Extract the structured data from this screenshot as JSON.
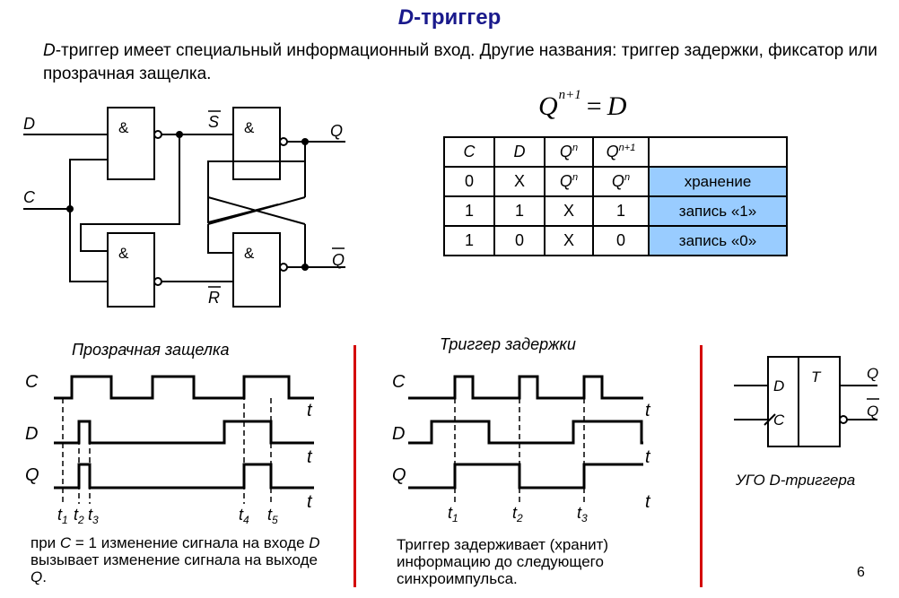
{
  "slide": {
    "title_italic": "D",
    "title_rest": "-триггер",
    "intro_italic": "D",
    "intro_text": "-триггер имеет специальный информационный вход. Другие названия: триггер задержки, фиксатор или прозрачная защелка.",
    "page_number": "6"
  },
  "formula": {
    "q": "Q",
    "sup": "n+1",
    "eq": "=",
    "d": "D"
  },
  "truth_table": {
    "headers": [
      "C",
      "D",
      "Q",
      "Q",
      ""
    ],
    "header_sups": [
      "",
      "",
      "n",
      "n+1",
      ""
    ],
    "rows": [
      {
        "c": "0",
        "d": "X",
        "q": "Q",
        "q_sup": "n",
        "qn1": "Q",
        "qn1_sup": "n",
        "op": "хранение"
      },
      {
        "c": "1",
        "d": "1",
        "q": "X",
        "q_sup": "",
        "qn1": "1",
        "qn1_sup": "",
        "op": "запись «1»"
      },
      {
        "c": "1",
        "d": "0",
        "q": "X",
        "q_sup": "",
        "qn1": "0",
        "qn1_sup": "",
        "op": "запись «0»"
      }
    ],
    "op_color": "#99ccff"
  },
  "circuit": {
    "input_d": "D",
    "input_c": "C",
    "output_q": "Q",
    "output_qbar": "Q",
    "label_s": "S",
    "label_r": "R",
    "gate_label": "&"
  },
  "latch_timing": {
    "caption": "Прозрачная защелка",
    "signals": [
      "C",
      "D",
      "Q"
    ],
    "axis": "t",
    "ticks": [
      {
        "t": "t",
        "n": "1"
      },
      {
        "t": "t",
        "n": "2"
      },
      {
        "t": "t",
        "n": "3"
      },
      {
        "t": "t",
        "n": "4"
      },
      {
        "t": "t",
        "n": "5"
      }
    ],
    "note_parts": [
      "при ",
      "C",
      " = 1 изменение сигнала на входе ",
      "D",
      "  вызывает изменение сигнала на выходе ",
      "Q",
      "."
    ]
  },
  "delay_timing": {
    "caption": "Триггер задержки",
    "signals": [
      "C",
      "D",
      "Q"
    ],
    "axis": "t",
    "ticks": [
      {
        "t": "t",
        "n": "1"
      },
      {
        "t": "t",
        "n": "2"
      },
      {
        "t": "t",
        "n": "3"
      }
    ],
    "note": "Триггер задерживает (хранит) информацию до следующего синхроимпульса."
  },
  "ugo": {
    "caption": "УГО D-триггера",
    "pin_d": "D",
    "pin_c": "C",
    "type": "T",
    "out_q": "Q",
    "out_qbar": "Q"
  },
  "colors": {
    "title": "#1a1a8c",
    "divider": "#d40000",
    "highlight": "#99ccff"
  }
}
